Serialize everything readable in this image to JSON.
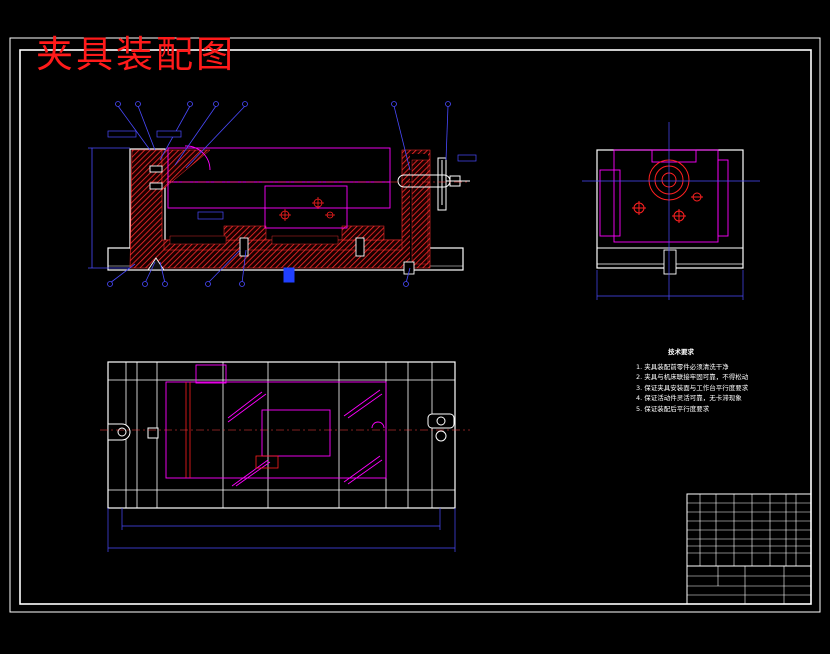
{
  "drawing": {
    "title": "夹具装配图",
    "technical_requirements": {
      "heading": "技术要求",
      "notes": [
        "1. 夹具装配前零件必须清洗干净",
        "2. 夹具与机床联接牢固可靠，不得松动",
        "3. 保证夹具安装面与工作台平行度要求",
        "4. 保证活动件灵活可靠，无卡滞现象",
        "5. 保证装配后平行度要求"
      ]
    },
    "colors": {
      "background": "#000000",
      "outline": "#ffffff",
      "workpiece": "#ff00ff",
      "section_hatch": "#ff2020",
      "dimension": "#4040ff",
      "title_text": "#ff1a1a"
    }
  }
}
